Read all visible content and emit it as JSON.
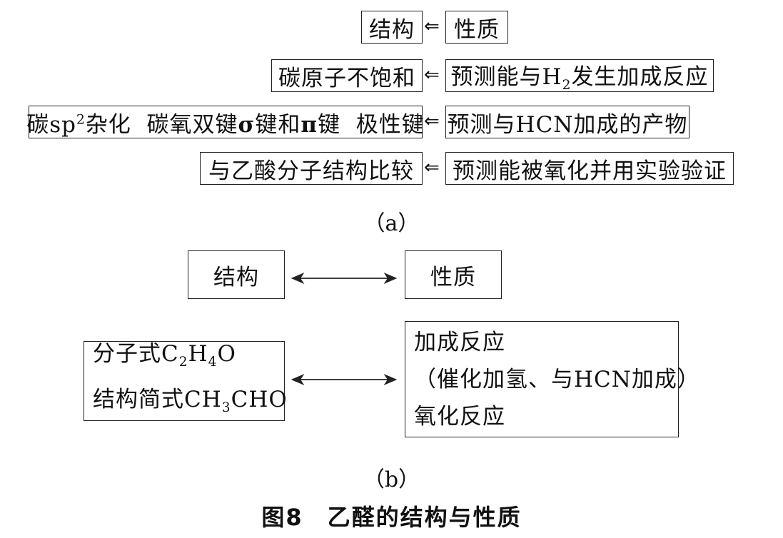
{
  "part_a": {
    "rows": [
      {
        "left": "结构",
        "right": "性质"
      },
      {
        "left": "碳原子不饱和",
        "right_parts": [
          "预测能与",
          "H",
          "2",
          "发生加成反应"
        ]
      },
      {
        "left_parts": [
          "碳",
          "sp",
          "2",
          "杂化  碳氧双键",
          "σ",
          "键和",
          "π",
          "键  极性键"
        ],
        "right": "预测与HCN加成的产物"
      },
      {
        "left": "与乙酸分子结构比较",
        "right": "预测能被氧化并用实验验证"
      }
    ],
    "arrow_glyph": "⇐",
    "label": "（a）"
  },
  "part_b": {
    "top_left": "结构",
    "top_right": "性质",
    "bottom_left": {
      "line1_parts": [
        "分子式C",
        "2",
        "H",
        "4",
        "O"
      ],
      "line2_parts": [
        "结构简式CH",
        "3",
        "CHO"
      ]
    },
    "bottom_right": {
      "line1": "加成反应",
      "line2": "（催化加氢、与HCN加成）",
      "line3": "氧化反应"
    },
    "label": "（b）"
  },
  "caption": "图8　乙醛的结构与性质"
}
